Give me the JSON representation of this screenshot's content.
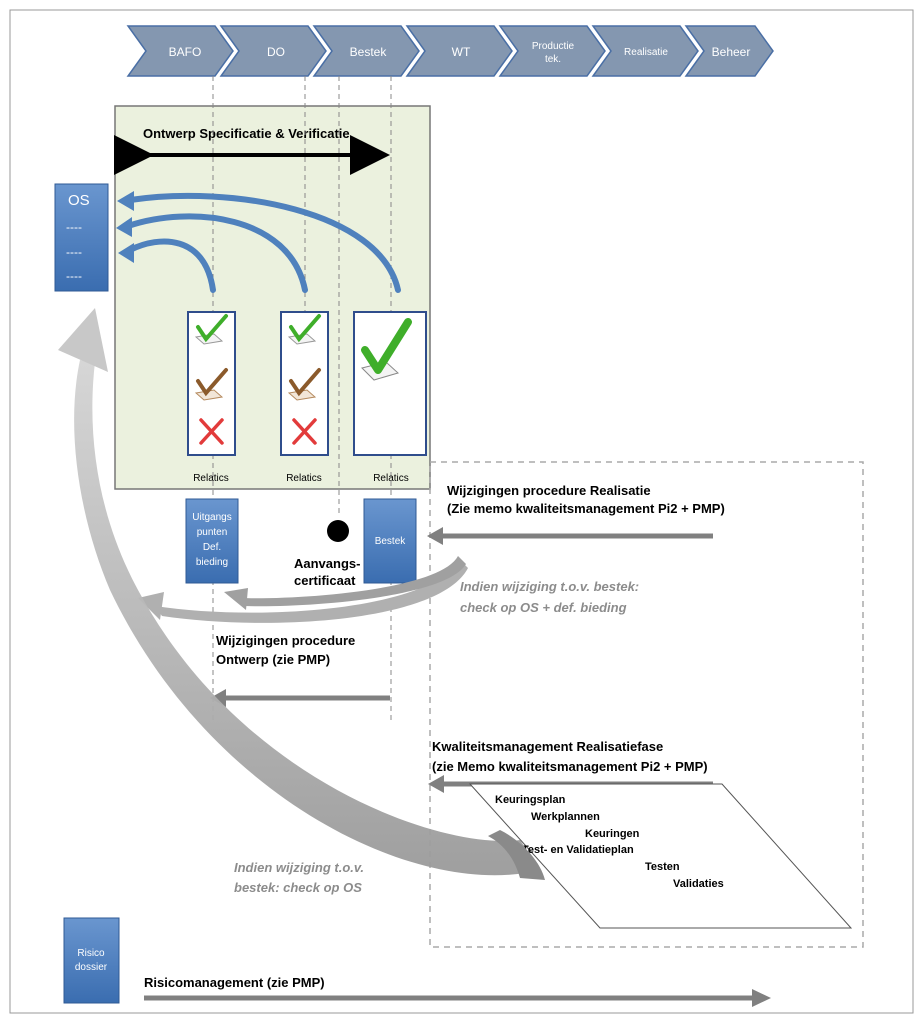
{
  "phases": [
    "BAFO",
    "DO",
    "Bestek",
    "WT",
    "Productie",
    "tek.",
    "Realisatie",
    "Beheer"
  ],
  "os_box": {
    "title": "OS",
    "lines": [
      "----",
      "----",
      "----"
    ]
  },
  "spec_area": {
    "title": "Ontwerp Specificatie & Verificatie",
    "relatics": [
      "Relatics",
      "Relatics",
      "Relatics"
    ]
  },
  "boxes": {
    "uitgangspunten": [
      "Uitgangs",
      "punten",
      "Def.",
      "bieding"
    ],
    "bestek": "Bestek",
    "risico": [
      "Risico",
      "dossier"
    ]
  },
  "milestone": [
    "Aanvangs-",
    "certificaat"
  ],
  "labels": {
    "wijz_realisatie": [
      "Wijzigingen procedure Realisatie",
      "(Zie memo kwaliteitsmanagement Pi2 + PMP)"
    ],
    "note_bestek": [
      "Indien wijziging t.o.v. bestek:",
      "check op OS + def. bieding"
    ],
    "wijz_ontwerp": [
      "Wijzigingen procedure",
      "Ontwerp (zie PMP)"
    ],
    "kwaliteit": [
      "Kwaliteitsmanagement  Realisatiefase",
      "(zie Memo kwaliteitsmanagement Pi2 + PMP)"
    ],
    "note_os": [
      "Indien wijziging t.o.v.",
      "bestek: check op OS"
    ],
    "risico": "Risicomanagement (zie PMP)"
  },
  "kwaliteit_items": [
    "Keuringsplan",
    "Werkplannen",
    "Keuringen",
    "Test- en Validatieplan",
    "Testen",
    "Validaties"
  ],
  "colors": {
    "chevron": "#8497b0",
    "box_blue": "#4f81bd",
    "spec_fill": "#ebf1de",
    "arrow_grey": "#808080",
    "note_grey": "#8c8c8c"
  }
}
